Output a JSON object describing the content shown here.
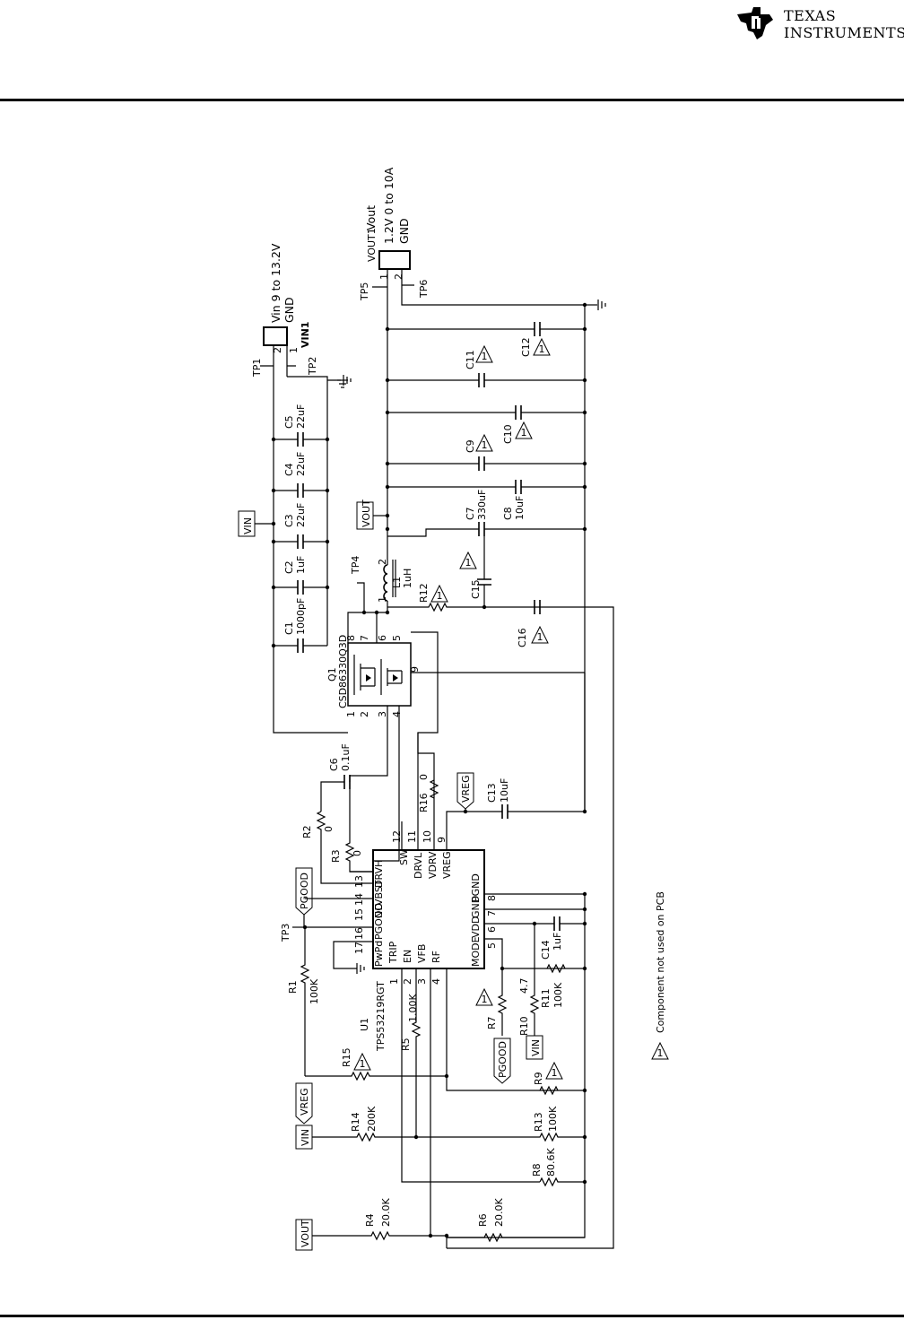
{
  "header": {
    "logo_line1": "Texas",
    "logo_line2": "Instruments"
  },
  "schematic": {
    "vin_connector": {
      "ref": "VIN1",
      "label1": "Vin 9 to 13.2V",
      "label2": "GND",
      "pin1": "1",
      "pin2": "2"
    },
    "vout_connector": {
      "ref": "VOUT1",
      "label0": "Vout",
      "label1": "1.2V 0 to 10A",
      "label2": "GND",
      "pin1": "1",
      "pin2": "2"
    },
    "testpoints": [
      "TP1",
      "TP2",
      "TP3",
      "TP4",
      "TP5",
      "TP6"
    ],
    "capacitors": [
      {
        "ref": "C1",
        "value": "1000pF"
      },
      {
        "ref": "C2",
        "value": "1uF"
      },
      {
        "ref": "C3",
        "value": "22uF"
      },
      {
        "ref": "C4",
        "value": "22uF"
      },
      {
        "ref": "C5",
        "value": "22uF"
      },
      {
        "ref": "C6",
        "value": "0.1uF"
      },
      {
        "ref": "C7",
        "value": "330uF"
      },
      {
        "ref": "C8",
        "value": "10uF"
      },
      {
        "ref": "C9",
        "value": ""
      },
      {
        "ref": "C10",
        "value": ""
      },
      {
        "ref": "C11",
        "value": ""
      },
      {
        "ref": "C12",
        "value": ""
      },
      {
        "ref": "C13",
        "value": "10uF"
      },
      {
        "ref": "C14",
        "value": "1uF"
      },
      {
        "ref": "C15",
        "value": ""
      },
      {
        "ref": "C16",
        "value": ""
      }
    ],
    "resistors": [
      {
        "ref": "R1",
        "value": "100K"
      },
      {
        "ref": "R2",
        "value": "0"
      },
      {
        "ref": "R3",
        "value": "0"
      },
      {
        "ref": "R4",
        "value": "20.0K"
      },
      {
        "ref": "R5",
        "value": "1.00K"
      },
      {
        "ref": "R6",
        "value": "20.0K"
      },
      {
        "ref": "R7",
        "value": ""
      },
      {
        "ref": "R8",
        "value": "80.6K"
      },
      {
        "ref": "R9",
        "value": ""
      },
      {
        "ref": "R10",
        "value": "4.7"
      },
      {
        "ref": "R11",
        "value": "100K"
      },
      {
        "ref": "R12",
        "value": ""
      },
      {
        "ref": "R13",
        "value": "100K"
      },
      {
        "ref": "R14",
        "value": "200K"
      },
      {
        "ref": "R15",
        "value": ""
      },
      {
        "ref": "R16",
        "value": "0"
      }
    ],
    "inductor": {
      "ref": "L1",
      "value": "1uH",
      "pin1": "1",
      "pin2": "2"
    },
    "mosfet": {
      "ref": "Q1",
      "part": "CSD86330Q3D",
      "pins": [
        "1",
        "2",
        "3",
        "4",
        "5",
        "6",
        "7",
        "8",
        "9"
      ]
    },
    "ic": {
      "ref": "U1",
      "part": "TPS53219RGT",
      "left_pins": [
        {
          "num": "1",
          "name": "TRIP"
        },
        {
          "num": "2",
          "name": "EN"
        },
        {
          "num": "3",
          "name": "VFB"
        },
        {
          "num": "4",
          "name": "RF"
        }
      ],
      "bottom_pins": [
        {
          "num": "5",
          "name": "MODE"
        },
        {
          "num": "6",
          "name": "VDD"
        },
        {
          "num": "7",
          "name": "GND"
        },
        {
          "num": "8",
          "name": "PGND"
        }
      ],
      "right_pins": [
        {
          "num": "9",
          "name": "VREG"
        },
        {
          "num": "10",
          "name": "VDRV"
        },
        {
          "num": "11",
          "name": "DRVL"
        },
        {
          "num": "12",
          "name": "SW"
        }
      ],
      "top_pins": [
        {
          "num": "13",
          "name": "DRVH"
        },
        {
          "num": "14",
          "name": "VBST"
        },
        {
          "num": "15",
          "name": "NC"
        },
        {
          "num": "16",
          "name": "PGOOD"
        },
        {
          "num": "17",
          "name": "PwPd"
        }
      ]
    },
    "net_flags": {
      "vin_top": "VIN",
      "vout_mid": "VOUT",
      "vreg_mid": "VREG",
      "pgood_top": "PGOOD",
      "pgood_r7": "PGOOD",
      "vin_r10": "VIN",
      "vreg_left": "VREG",
      "vin_left": "VIN",
      "vout_left": "VOUT"
    },
    "dnp_marker": "1",
    "legend_note": "Component not used on PCB"
  }
}
